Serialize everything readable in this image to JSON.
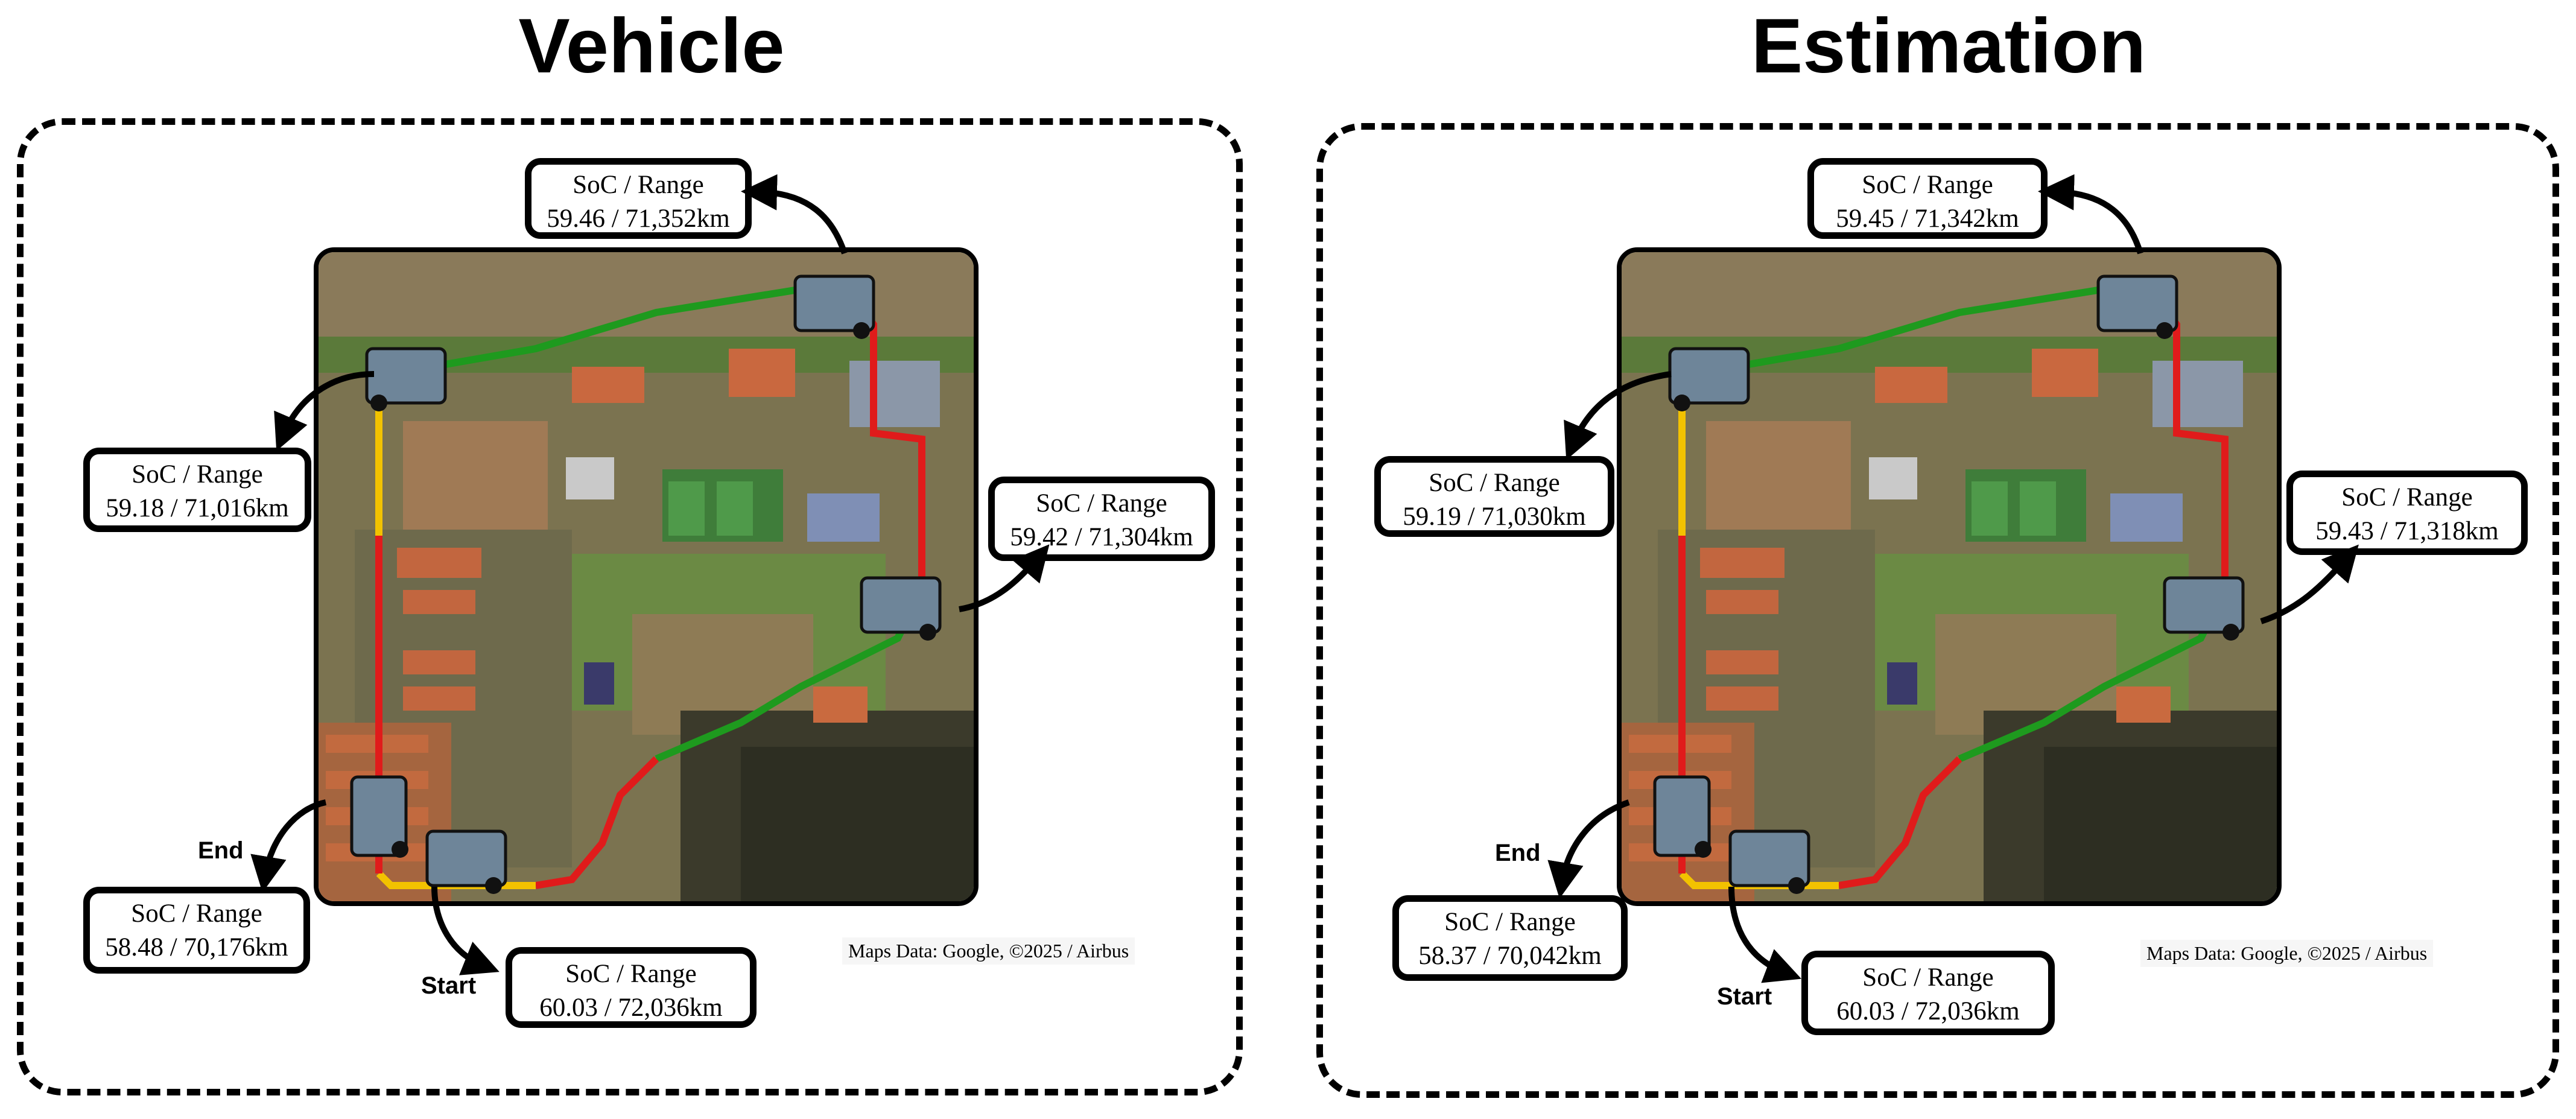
{
  "panels": [
    {
      "title": "Vehicle",
      "callouts": {
        "top": {
          "label": "SoC / Range",
          "value": "59.46 / 71,352km"
        },
        "left": {
          "label": "SoC / Range",
          "value": "59.18 / 71,016km"
        },
        "right": {
          "label": "SoC / Range",
          "value": "59.42 / 71,304km"
        },
        "end": {
          "label": "SoC / Range",
          "value": "58.48 / 70,176km"
        },
        "start": {
          "label": "SoC / Range",
          "value": "60.03 / 72,036km"
        }
      },
      "end_label": "End",
      "start_label": "Start",
      "credit": "Maps Data: Google, ©2025 / Airbus"
    },
    {
      "title": "Estimation",
      "callouts": {
        "top": {
          "label": "SoC / Range",
          "value": "59.45 / 71,342km"
        },
        "left": {
          "label": "SoC / Range",
          "value": "59.19 / 71,030km"
        },
        "right": {
          "label": "SoC / Range",
          "value": "59.43 / 71,318km"
        },
        "end": {
          "label": "SoC / Range",
          "value": "58.37 / 70,042km"
        },
        "start": {
          "label": "SoC / Range",
          "value": "60.03 / 72,036km"
        }
      },
      "end_label": "End",
      "start_label": "Start",
      "credit": "Maps Data: Google, ©2025 / Airbus"
    }
  ],
  "route_colors": {
    "green": "#1e9a1e",
    "red": "#e01b1b",
    "yellow": "#f2c200"
  },
  "icons": [
    "satellite-map-image",
    "vehicle-icon",
    "curved-arrow-icon"
  ]
}
